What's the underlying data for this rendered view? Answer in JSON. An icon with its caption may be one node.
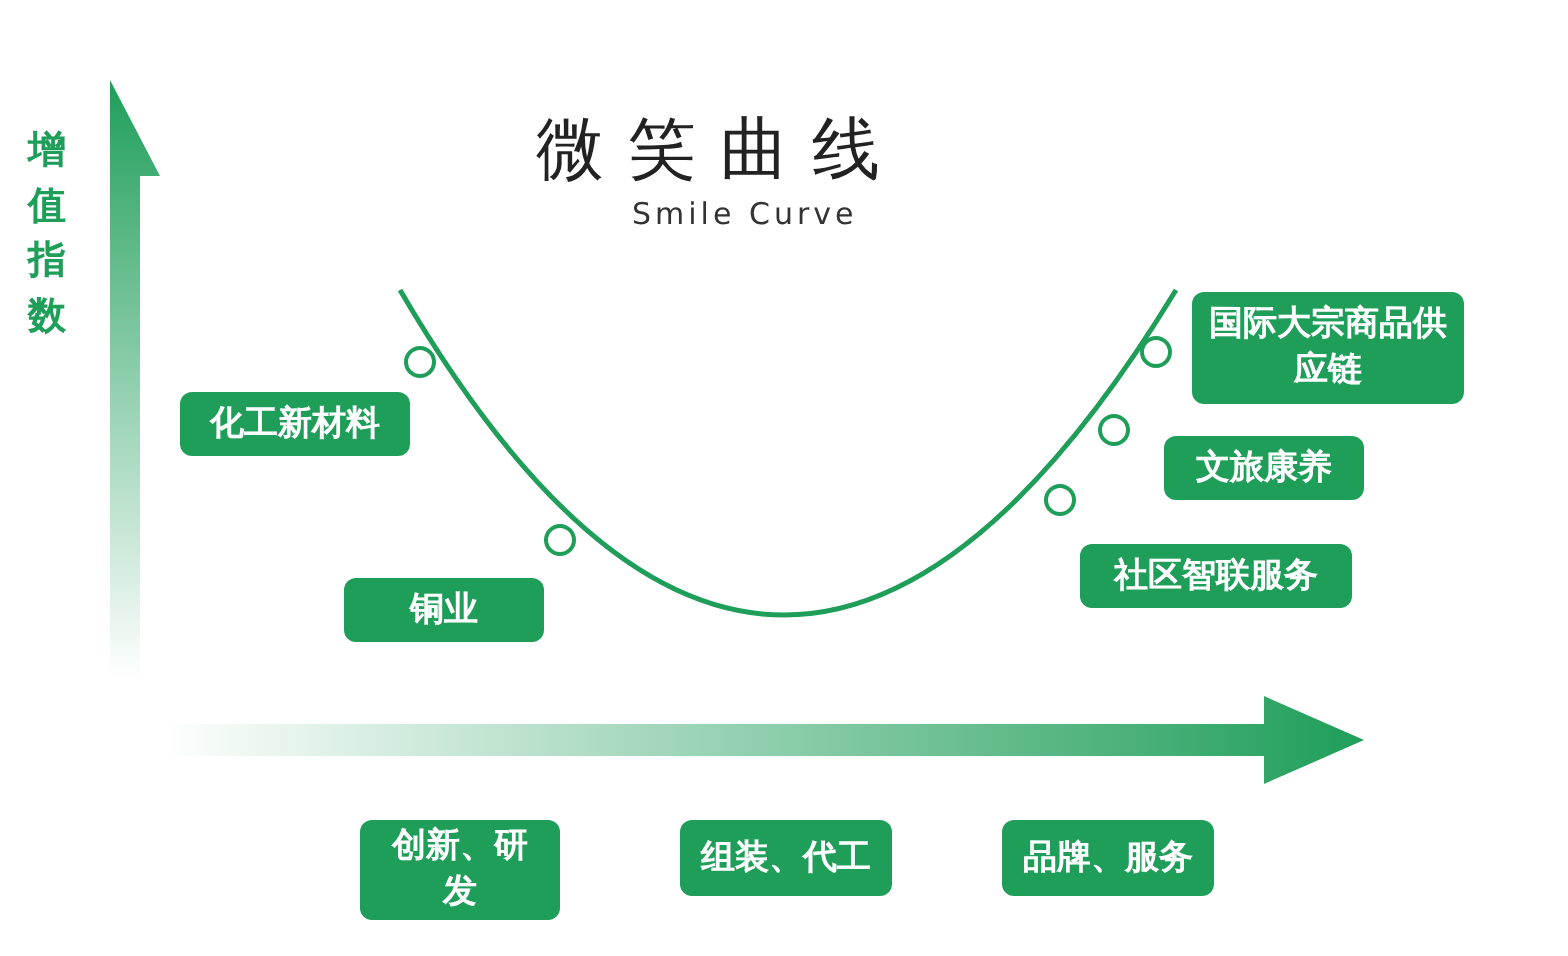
{
  "diagram": {
    "title": "微笑曲线",
    "nodes": [
      {
        "text": [
          "化工新材料"
        ]
      },
      {
        "text": [
          "铜业"
        ]
      },
      {
        "text": [
          "国际大宗商品供应链"
        ]
      },
      {
        "text": [
          "文旅康养"
        ]
      },
      {
        "text": [
          "社区智联服务"
        ]
      },
      {
        "text": [
          "创新、研发"
        ]
      },
      {
        "text": [
          "组装、代工"
        ]
      },
      {
        "text": [
          "品牌、服务"
        ]
      }
    ],
    "labels": [
      "Smile Curve",
      "增值指数"
    ]
  }
}
